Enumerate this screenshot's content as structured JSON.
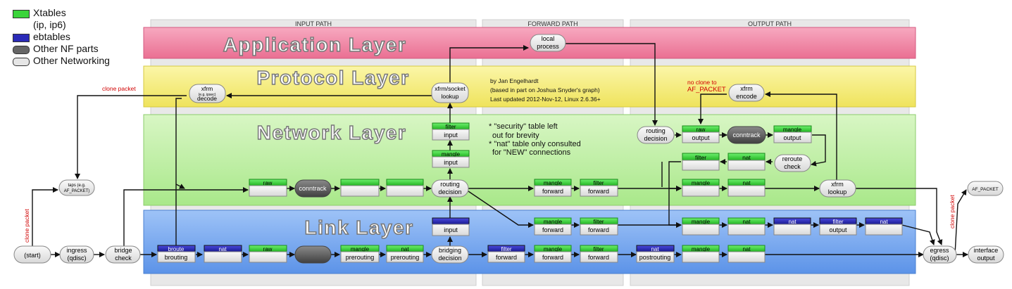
{
  "legend": {
    "items": [
      {
        "label": "Xtables",
        "sublabel": "(ip, ip6)",
        "color": "#3ad43a"
      },
      {
        "label": "ebtables",
        "color": "#2a2ab8"
      },
      {
        "label": "Other NF parts",
        "color": "#666666"
      },
      {
        "label": "Other Networking",
        "color": "#e6e6e6"
      }
    ]
  },
  "columns": {
    "input": "INPUT PATH",
    "forward": "FORWARD PATH",
    "output": "OUTPUT PATH"
  },
  "layers": {
    "application": "Application Layer",
    "protocol": "Protocol Layer",
    "network": "Network Layer",
    "link": "Link Layer"
  },
  "credits": {
    "line1": "by Jan Engelhardt",
    "line2": "(based in part on Joshua Snyder's graph)",
    "line3": "Last updated 2012-Nov-12, Linux 2.6.36+"
  },
  "notes": {
    "line1": "* \"security\" table left",
    "line2": "out for brevity",
    "line3": "* \"nat\" table only consulted",
    "line4": "for \"NEW\" connections"
  },
  "labels": {
    "clone_packet": "clone packet",
    "clone_packet_vertical": "clone packet",
    "no_clone_1": "no clone to",
    "no_clone_2": "AF_PACKET",
    "af_packet_right": "AF_PACKET",
    "taps_1": "taps (e.g.",
    "taps_2": "AF_PACKET)"
  },
  "nodes": {
    "start": "(start)",
    "ingress_1": "ingress",
    "ingress_2": "(qdisc)",
    "bridge_check_1": "bridge",
    "bridge_check_2": "check",
    "broute_tag": "broute",
    "broute_label": "brouting",
    "nat_pre_tag_eb": "nat",
    "raw_link_tag": "raw",
    "mangle_pre_tag": "mangle",
    "mangle_pre_label": "prerouting",
    "nat_pre_tag": "nat",
    "nat_pre_label": "prerouting",
    "bridging_1": "bridging",
    "bridging_2": "decision",
    "input_eb_label": "input",
    "filter_fwd_eb_tag": "filter",
    "filter_fwd_eb_label": "forward",
    "mangle_fwd_link_tag": "mangle",
    "mangle_fwd_link_label": "forward",
    "filter_fwd_link_tag": "filter",
    "filter_fwd_link_label": "forward",
    "nat_post_eb_tag": "nat",
    "nat_post_eb_label": "postrouting",
    "mangle_post_link_tag": "mangle",
    "nat_post_link_tag": "nat",
    "egress_1": "egress",
    "egress_2": "(qdisc)",
    "interface_1": "interface",
    "interface_2": "output",
    "raw_net_tag": "raw",
    "conntrack": "conntrack",
    "routing_1": "routing",
    "routing_2": "decision",
    "mangle_in_tag": "mangle",
    "mangle_in_label": "input",
    "filter_in_tag": "filter",
    "filter_in_label": "input",
    "xfrm_lookup_1": "xfrm/socket",
    "xfrm_lookup_2": "lookup",
    "local_1": "local",
    "local_2": "process",
    "xfrm_decode_1": "xfrm",
    "xfrm_decode_2": "(e.g. ipsec)",
    "xfrm_decode_3": "decode",
    "mangle_fwd_tag": "mangle",
    "mangle_fwd_label": "forward",
    "filter_fwd_tag": "filter",
    "filter_fwd_label": "forward",
    "routing_out_1": "routing",
    "routing_out_2": "decision",
    "raw_out_tag": "raw",
    "raw_out_label": "output",
    "conntrack_out": "conntrack",
    "mangle_out_tag": "mangle",
    "mangle_out_label": "output",
    "xfrm_encode_1": "xfrm",
    "xfrm_encode_2": "encode",
    "reroute_1": "reroute",
    "reroute_2": "check",
    "filter_out_tag": "filter",
    "nat_out_tag": "nat",
    "mangle_post_tag": "mangle",
    "nat_post_tag": "nat",
    "xfrm_out_1": "xfrm",
    "xfrm_out_2": "lookup",
    "mangle_post_link2_tag": "mangle",
    "nat_post_link2_tag": "nat",
    "nat_eb_out_tag": "nat",
    "filter_out_eb_tag": "filter",
    "filter_out_eb_label": "output",
    "nat_eb_out2_tag": "nat"
  }
}
